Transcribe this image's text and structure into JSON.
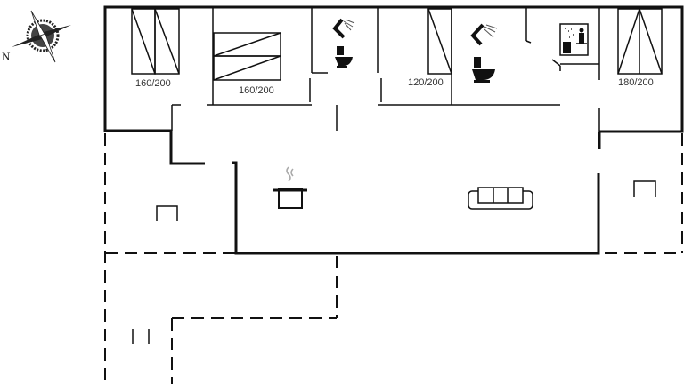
{
  "compass": {
    "north_label": "N"
  },
  "rooms": {
    "bed1_size": "160/200",
    "bed2_size": "160/200",
    "bed3_size": "120/200",
    "bed4_size": "180/200"
  },
  "colors": {
    "wall": "#111111",
    "background": "#ffffff"
  }
}
